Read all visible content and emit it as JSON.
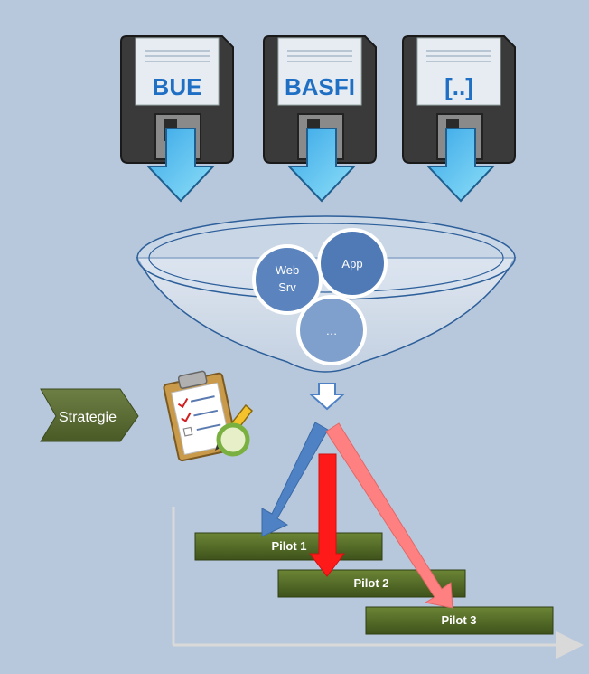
{
  "disks": [
    {
      "label": "BUE"
    },
    {
      "label": "BASFI"
    },
    {
      "label": "[..]"
    }
  ],
  "funnel": {
    "circles": [
      {
        "label_line1": "Web",
        "label_line2": "Srv"
      },
      {
        "label": "App"
      },
      {
        "label": "…"
      }
    ]
  },
  "strategy": {
    "label": "Strategie"
  },
  "pilots": [
    {
      "label": "Pilot 1"
    },
    {
      "label": "Pilot 2"
    },
    {
      "label": "Pilot 3"
    }
  ],
  "colors": {
    "background": "#b8c8dc",
    "disk_body": "#3d3d3d",
    "disk_label_text": "#1f6fc4",
    "arrow_blue": "#4f82c4",
    "arrow_red": "#ff1a1a",
    "arrow_pink": "#ff8080",
    "pilot_bar": "#4e6425",
    "circle_fill": "#5b84be"
  }
}
